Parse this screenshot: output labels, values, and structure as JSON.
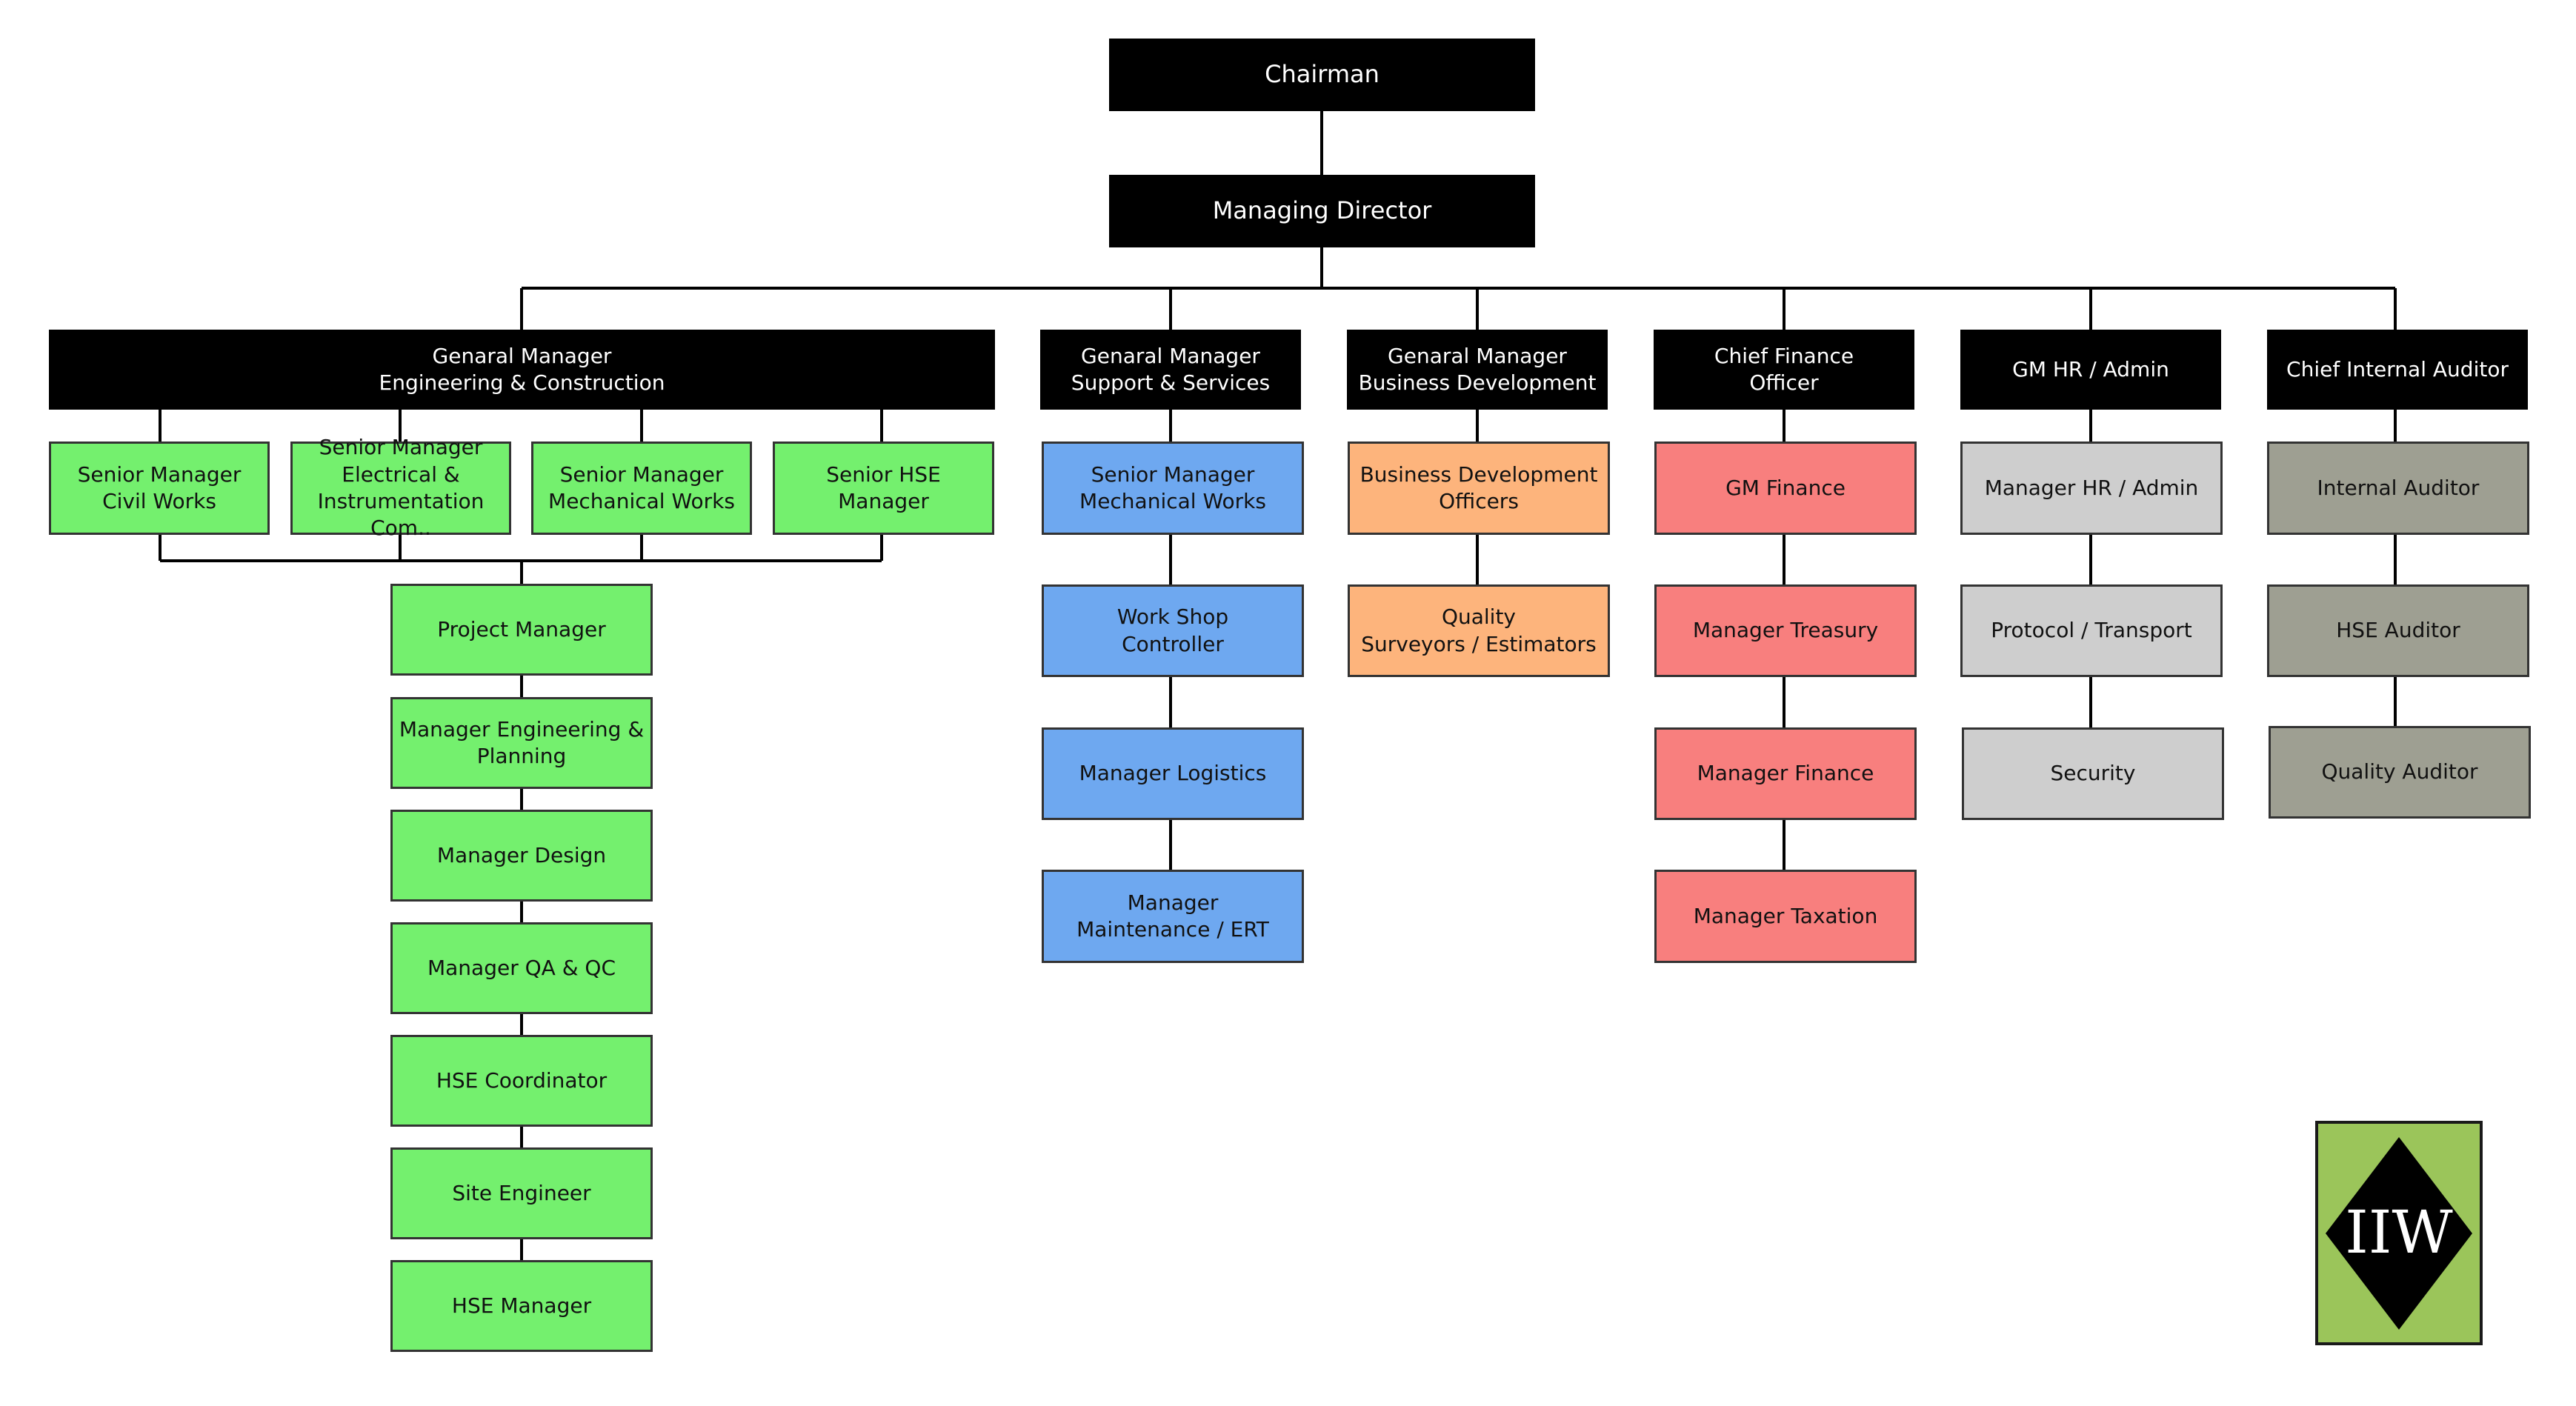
{
  "top": {
    "chairman": "Chairman",
    "md": "Managing Director"
  },
  "heads": {
    "gm_ec": "Genaral Manager\nEngineering & Construction",
    "gm_ss": "Genaral Manager\nSupport & Services",
    "gm_bd": "Genaral Manager\nBusiness Development",
    "cfo": "Chief Finance\nOfficer",
    "gm_hr": "GM HR / Admin",
    "cia": "Chief Internal Auditor"
  },
  "engineering": {
    "seniors": [
      "Senior Manager\nCivil Works",
      "Senior Manager\nElectrical &\nInstrumentation Com..",
      "Senior Manager\nMechanical Works",
      "Senior HSE Manager"
    ],
    "chain": [
      "Project Manager",
      "Manager Engineering &\nPlanning",
      "Manager Design",
      "Manager QA & QC",
      "HSE Coordinator",
      "Site Engineer",
      "HSE Manager"
    ]
  },
  "support": [
    "Senior Manager\nMechanical Works",
    "Work Shop\nController",
    "Manager Logistics",
    "Manager\nMaintenance / ERT"
  ],
  "business": [
    "Business Development\nOfficers",
    "Quality\nSurveyors / Estimators"
  ],
  "finance": [
    "GM Finance",
    "Manager Treasury",
    "Manager Finance",
    "Manager Taxation"
  ],
  "hr": [
    "Manager HR / Admin",
    "Protocol / Transport",
    "Security"
  ],
  "audit": [
    "Internal Auditor",
    "HSE Auditor",
    "Quality Auditor"
  ],
  "logo": {
    "text": "IIW"
  },
  "colors": {
    "head": "#000000",
    "engineering": "#74F06E",
    "support": "#6EA8F0",
    "business": "#FDB47C",
    "finance": "#F87F7E",
    "hr": "#CECECE",
    "audit": "#9E9F92",
    "logo_bg": "#9BC55A"
  }
}
